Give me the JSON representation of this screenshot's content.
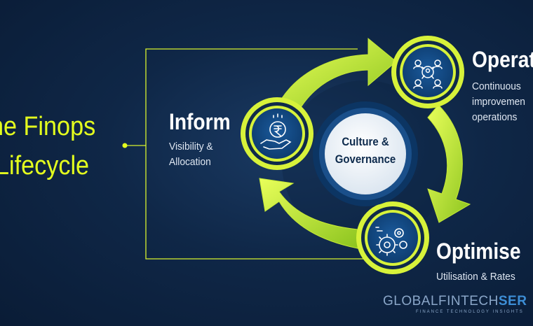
{
  "title": {
    "line1": "he Finops",
    "line2": "Lifecycle"
  },
  "center": {
    "line1": "Culture &",
    "line2": "Governance"
  },
  "stages": {
    "inform": {
      "name": "Inform",
      "desc1": "Visibility &",
      "desc2": "Allocation"
    },
    "operate": {
      "name": "Operat",
      "desc1": "Continuous",
      "desc2": "improvemen",
      "desc3": "operations"
    },
    "optimise": {
      "name": "Optimise",
      "desc1": "Utilisation & Rates"
    }
  },
  "brand": {
    "part1": "GLOBALFINTECH",
    "part2": "SER",
    "tagline": "FINANCE TECHNOLOGY INSIGHTS"
  },
  "colors": {
    "accent": "#e4ff1e",
    "arrow_light": "#d9f24a",
    "arrow_dark": "#8cc41f",
    "node_fill": "#11457e",
    "background": "#0f2747"
  },
  "icons": {
    "inform": "rupee-coin-hand-icon",
    "operate": "team-network-icon",
    "optimise": "gears-icon"
  }
}
